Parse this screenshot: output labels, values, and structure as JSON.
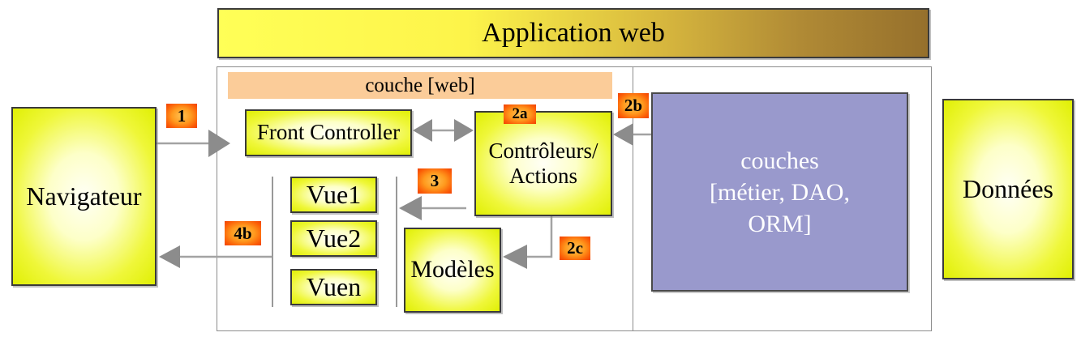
{
  "diagram": {
    "title": "Application web",
    "nodes": {
      "navigateur": "Navigateur",
      "couche_web": "couche [web]",
      "front_controller": "Front Controller",
      "controleurs_line1": "Contrôleurs/",
      "controleurs_line2": "Actions",
      "vue1": "Vue1",
      "vue2": "Vue2",
      "vuen": "Vuen",
      "modeles": "Modèles",
      "couches_line1": "couches",
      "couches_line2": "[métier, DAO,",
      "couches_line3": "ORM]",
      "donnees": "Données"
    },
    "badges": {
      "step1": "1",
      "step2a": "2a",
      "step2b": "2b",
      "step2c": "2c",
      "step3": "3",
      "step4b": "4b"
    },
    "colors": {
      "node_fill_center": "#fffff6",
      "node_fill_edge": "#e0ef04",
      "title_gradient_left": "#ffff57",
      "title_gradient_right": "#96702c",
      "web_layer_fill": "#fbcc99",
      "business_layer_fill": "#9999cc",
      "badge_center": "#ffc252",
      "badge_edge": "#ef4205",
      "connector_gray": "#999999"
    }
  }
}
